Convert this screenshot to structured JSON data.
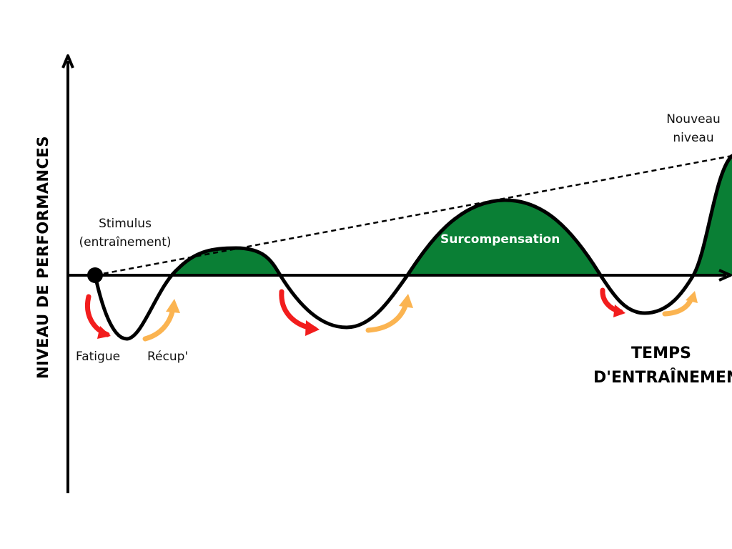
{
  "colors": {
    "fill_green": "#0a7f35",
    "fatigue_arrow": "#f21d1d",
    "recovery_arrow": "#fbb451",
    "line": "#000000",
    "label_on_fill": "#ffffff"
  },
  "axes": {
    "y_label": "NIVEAU DE PERFORMANCES",
    "x_label_line1": "TEMPS",
    "x_label_line2": "D'ENTRAÎNEMENT"
  },
  "annotations": {
    "stimulus_line1": "Stimulus",
    "stimulus_line2": "(entraînement)",
    "fatigue": "Fatigue",
    "recovery": "Récup'",
    "supercompensation": "Surcompensation",
    "new_level_line1": "Nouveau",
    "new_level_line2": "niveau"
  }
}
